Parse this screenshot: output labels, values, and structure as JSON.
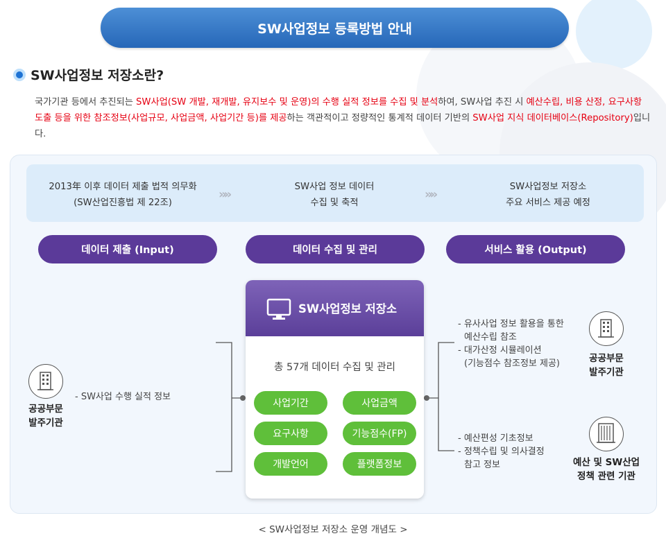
{
  "header": {
    "title": "SW사업정보 등록방법 안내"
  },
  "section": {
    "title": "SW사업정보 저장소란?"
  },
  "intro": {
    "p1": "국가기관 등에서 추진되는 ",
    "h1": "SW사업(SW 개발, 재개발, 유지보수 및 운영)의 수행 실적 정보를 수집 및 분석",
    "p2": "하여, SW사업 추진 시 ",
    "h2": "예산수립, 비용 산정, 요구사항 도출 등을 위한 참조정보(사업규모, 사업금액, 사업기간 등)를 제공",
    "p3": "하는 객관적이고 정량적인 통계적 데이터 기반의 ",
    "h3": "SW사업 지식 데이터베이스(Repository)",
    "p4": "입니다."
  },
  "timeline": {
    "steps": [
      {
        "line1": "2013年 이후 데이터 제출 법적 의무화",
        "line2": "(SW산업진흥법 제 22조)"
      },
      {
        "line1": "SW사업 정보 데이터",
        "line2": "수집 및 축적"
      },
      {
        "line1": "SW사업정보 저장소",
        "line2": "주요 서비스 제공 예정"
      }
    ],
    "arrow": "»»"
  },
  "phases": [
    "데이터 제출 (Input)",
    "데이터 수집 및 관리",
    "서비스 활용 (Output)"
  ],
  "repository": {
    "title": "SW사업정보 저장소",
    "count": "총 57개 데이터 수집 및 관리",
    "items": [
      "사업기간",
      "사업금액",
      "요구사항",
      "기능점수(FP)",
      "개발언어",
      "플랫폼정보"
    ]
  },
  "input": {
    "org": {
      "line1": "공공부문",
      "line2": "발주기관"
    },
    "desc": "- SW사업 수행 실적 정보"
  },
  "outputs": [
    {
      "org": {
        "line1": "공공부문",
        "line2": "발주기관"
      },
      "desc": [
        "- 유사사업 정보 활용을 통한",
        "  예산수립 참조",
        "- 대가산정 시뮬레이션",
        "  (기능점수 참조정보 제공)"
      ]
    },
    {
      "org": {
        "line1": "예산 및 SW산업",
        "line2": "정책 관련 기관"
      },
      "desc": [
        "- 예산편성 기초정보",
        "- 정책수립 및 의사결정",
        "  참고 정보"
      ]
    }
  ],
  "caption": "< SW사업정보 저장소 운영 개념도 >",
  "colors": {
    "title_bar": "#2f72c2",
    "phase_pill": "#5b3a99",
    "item_pill": "#5fbf3a",
    "highlight": "#e60012"
  }
}
